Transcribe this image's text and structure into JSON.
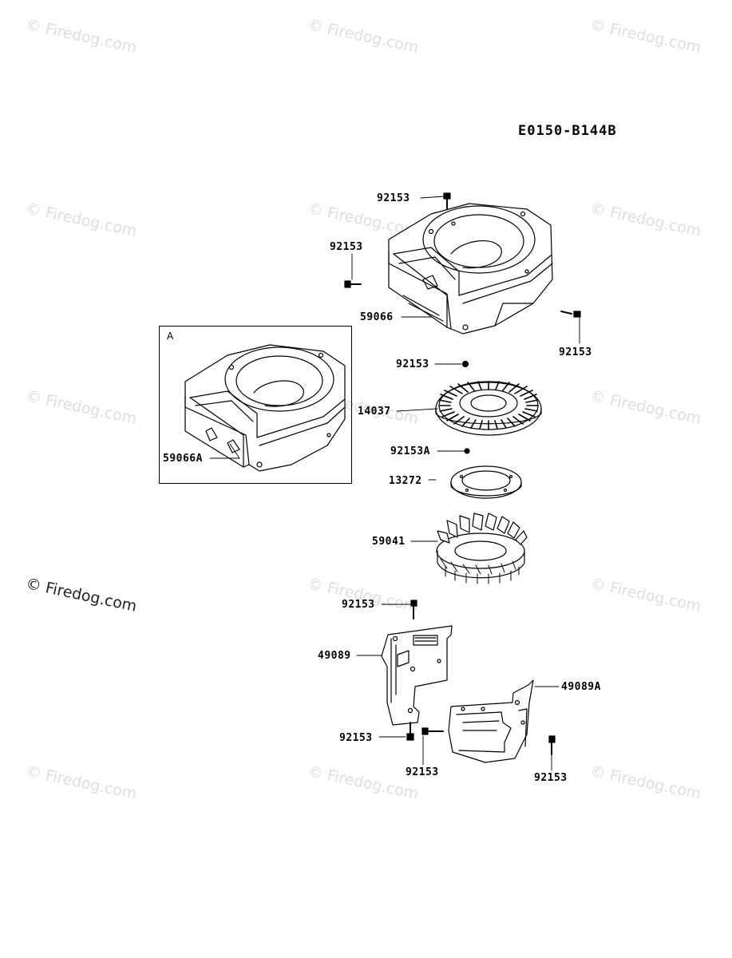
{
  "diagram_code": "E0150-B144B",
  "inset_label": "A",
  "watermark_text": "© Firedog.com",
  "parts": {
    "bolt_top": "92153",
    "bolt_left": "92153",
    "housing": "59066",
    "bolt_right": "92153",
    "bolt_housing_bottom": "92153",
    "screen": "14037",
    "bolt_a": "92153A",
    "plate": "13272",
    "fan": "59041",
    "housing_a": "59066A",
    "bolt_cover_top": "92153",
    "cover": "49089",
    "cover_a": "49089A",
    "bolt_cover_left": "92153",
    "bolt_cover_mid": "92153",
    "bolt_cover_right": "92153"
  }
}
